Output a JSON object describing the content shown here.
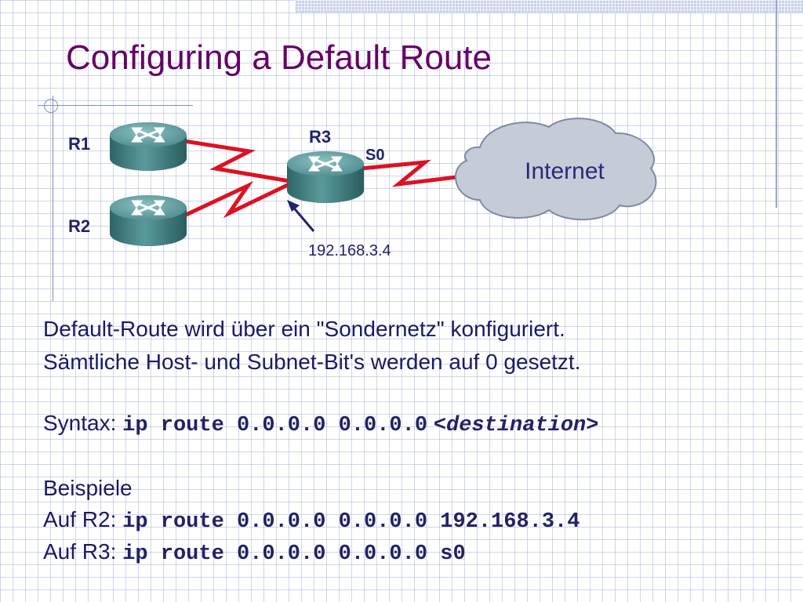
{
  "slide": {
    "title": "Configuring a Default Route"
  },
  "diagram": {
    "routers": [
      {
        "label": "R1"
      },
      {
        "label": "R2"
      },
      {
        "label": "R3"
      }
    ],
    "interface_label": "S0",
    "cloud_label": "Internet",
    "address_label": "192.168.3.4",
    "colors": {
      "title": "#660066",
      "router_body": "#4f8c8e",
      "serial_link": "#dd1122",
      "cloud_fill": "#c6cbd8",
      "text": "#1a1a66"
    }
  },
  "content": {
    "line1": "Default-Route wird über ein \"Sondernetz\" konfiguriert.",
    "line2": "Sämtliche Host- und Subnet-Bit's werden auf 0 gesetzt.",
    "syntax_label": "Syntax:",
    "syntax_cmd": "ip route 0.0.0.0 0.0.0.0",
    "syntax_arg": "<destination>",
    "examples_heading": "Beispiele",
    "example_r2_label": "Auf R2:",
    "example_r2_cmd": "ip route 0.0.0.0 0.0.0.0 192.168.3.4",
    "example_r3_label": "Auf R3:",
    "example_r3_cmd": "ip route 0.0.0.0 0.0.0.0 s0"
  }
}
